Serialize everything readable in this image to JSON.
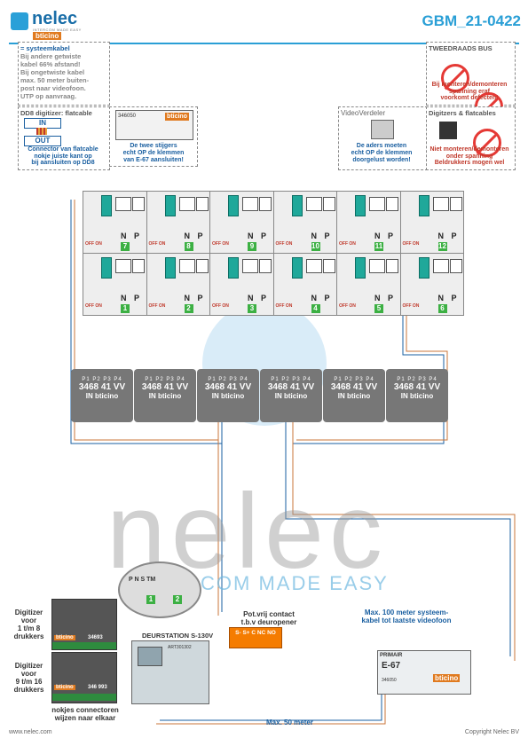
{
  "header": {
    "brand": "nelec",
    "tagline": "INTERCOM MADE EASY",
    "bt_logo": "bticino",
    "title": "GBM_21-0422"
  },
  "notes": {
    "cable": {
      "head": "= systeemkabel",
      "lines": [
        "Bij andere getwiste",
        "kabel 66% afstand!",
        "Bij ongetwiste kabel",
        "max. 50 meter buiten-",
        "post naar videofoon.",
        "UTP op aanvraag."
      ]
    },
    "dd8": {
      "head": "DD8 digitizer: flatcable",
      "in": "IN",
      "out": "OUT",
      "lines": [
        "Connector van flatcable",
        "nokje juiste kant op",
        "bij aansluiten op DD8"
      ]
    },
    "twee": {
      "code": "346050",
      "lines": [
        "De twee stijgers",
        "echt OP de klemmen",
        "van E-67 aansluiten!"
      ]
    },
    "videoverdeler": {
      "head": "VideoVerdeler",
      "lines": [
        "De aders moeten",
        "echt OP de klemmen",
        "doorgelust worden!"
      ]
    },
    "bus": {
      "head": "TWEEDRAADS BUS",
      "lines": [
        "Bij monteren/demonteren",
        "spanning eraf",
        "voorkomt defecten!"
      ]
    },
    "digitizers": {
      "head": "Digitzers & flatcables",
      "lines": [
        "Niet monteren/demonteren",
        "onder spanning",
        "Beldrukkers mogen wel"
      ]
    }
  },
  "units_top": [
    "7",
    "8",
    "9",
    "10",
    "11",
    "12"
  ],
  "units_bottom": [
    "1",
    "2",
    "3",
    "4",
    "5",
    "6"
  ],
  "unit_labels": {
    "n": "N",
    "p": "P",
    "offon": "OFF ON"
  },
  "distributors": {
    "ports": "P1 P2 P3 P4",
    "code": "3468 41",
    "vv": "VV",
    "in": "IN",
    "brand": "bticino",
    "count": 6
  },
  "watermark": {
    "big": "nelec",
    "slogan": "INTERCOM MADE EASY"
  },
  "zoom_labels": [
    "P",
    "N",
    "S",
    "TM"
  ],
  "digitizer1": {
    "label": [
      "Digitizer",
      "voor",
      "1 t/m 8",
      "drukkers"
    ],
    "code": "34693"
  },
  "digitizer2": {
    "label": [
      "Digitizer",
      "voor",
      "9 t/m 16",
      "drukkers"
    ],
    "code": "346 993"
  },
  "deurstation": {
    "title": "DEURSTATION S-130V",
    "code": "ART301302"
  },
  "contact": {
    "title": [
      "Pot.vrij contact",
      "t.b.v deuropener"
    ],
    "terms": "S- S+ C NC NO"
  },
  "notches": [
    "nokjes connectoren",
    "wijzen naar elkaar"
  ],
  "systeemkabel": [
    "Max. 100 meter systeem-",
    "kabel tot laatste videofoon"
  ],
  "e67": {
    "primair": "PRIMAIR",
    "name": "E-67",
    "code": "346050",
    "brand": "bticino"
  },
  "max50": "Max. 50 meter",
  "footer": {
    "left": "www.nelec.com",
    "right": "Copyright Nelec BV"
  }
}
